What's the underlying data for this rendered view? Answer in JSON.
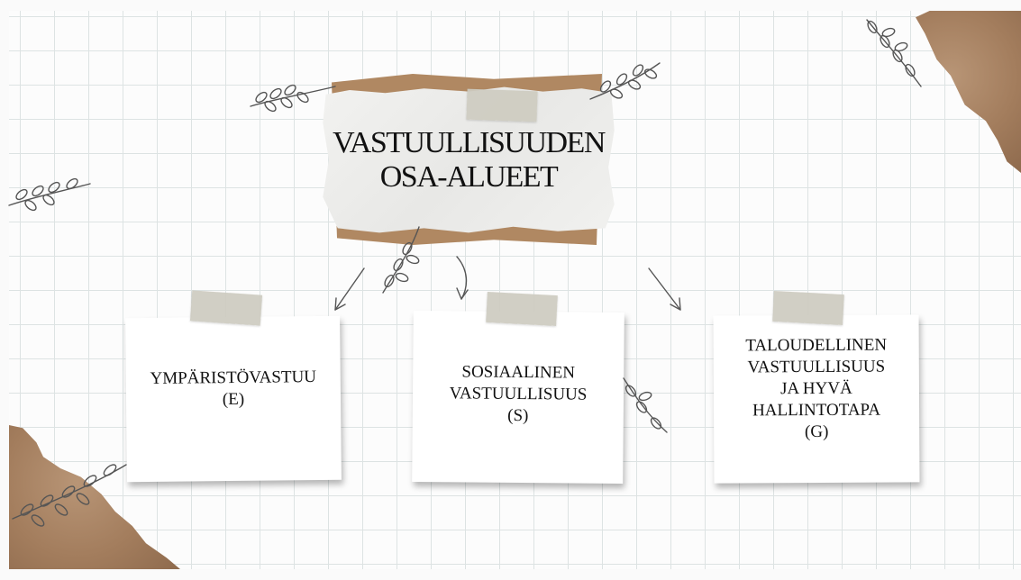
{
  "title": {
    "line1": "VASTUULLISUUDEN",
    "line2": "OSA-ALUEET"
  },
  "boxes": [
    {
      "lines": [
        "YMPÄRISTÖVASTUU",
        "(E)"
      ]
    },
    {
      "lines": [
        "SOSIAALINEN",
        "VASTUULLISUUS",
        "(S)"
      ]
    },
    {
      "lines": [
        "TALOUDELLINEN",
        "VASTUULLISUUS",
        "JA HYVÄ",
        "HALLINTOTAPA",
        "(G)"
      ]
    }
  ],
  "colors": {
    "grid": "#dde3e3",
    "kraft_paper": "#a37d5d",
    "tape": "#cdcbc0",
    "text": "#111111",
    "doodle_stroke": "#555555"
  },
  "decorations": [
    "leaf-branch-icon",
    "arrow-icon",
    "tape-strip",
    "kraft-paper-corner"
  ]
}
